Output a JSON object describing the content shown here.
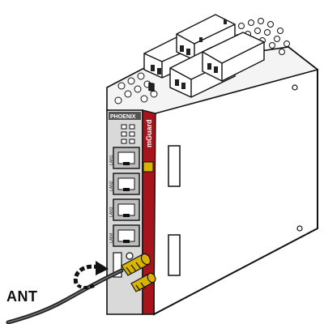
{
  "figure": {
    "callout_label": "ANT",
    "device_brand_text": "mGuard",
    "top_label_text": "PHOENIX",
    "port_labels": [
      "LAN1",
      "LAN2",
      "LAN3",
      "LAN4"
    ]
  },
  "colors": {
    "housing": "#ffffff",
    "front_panel": "#d9d9d9",
    "brand_strip": "#a8141c",
    "accent_yellow": "#d8b400",
    "outline": "#111111",
    "cable": "#222222"
  },
  "icons": [
    "device-illustration",
    "antenna-connector-icon",
    "cable-icon",
    "callout-arrow-icon"
  ]
}
